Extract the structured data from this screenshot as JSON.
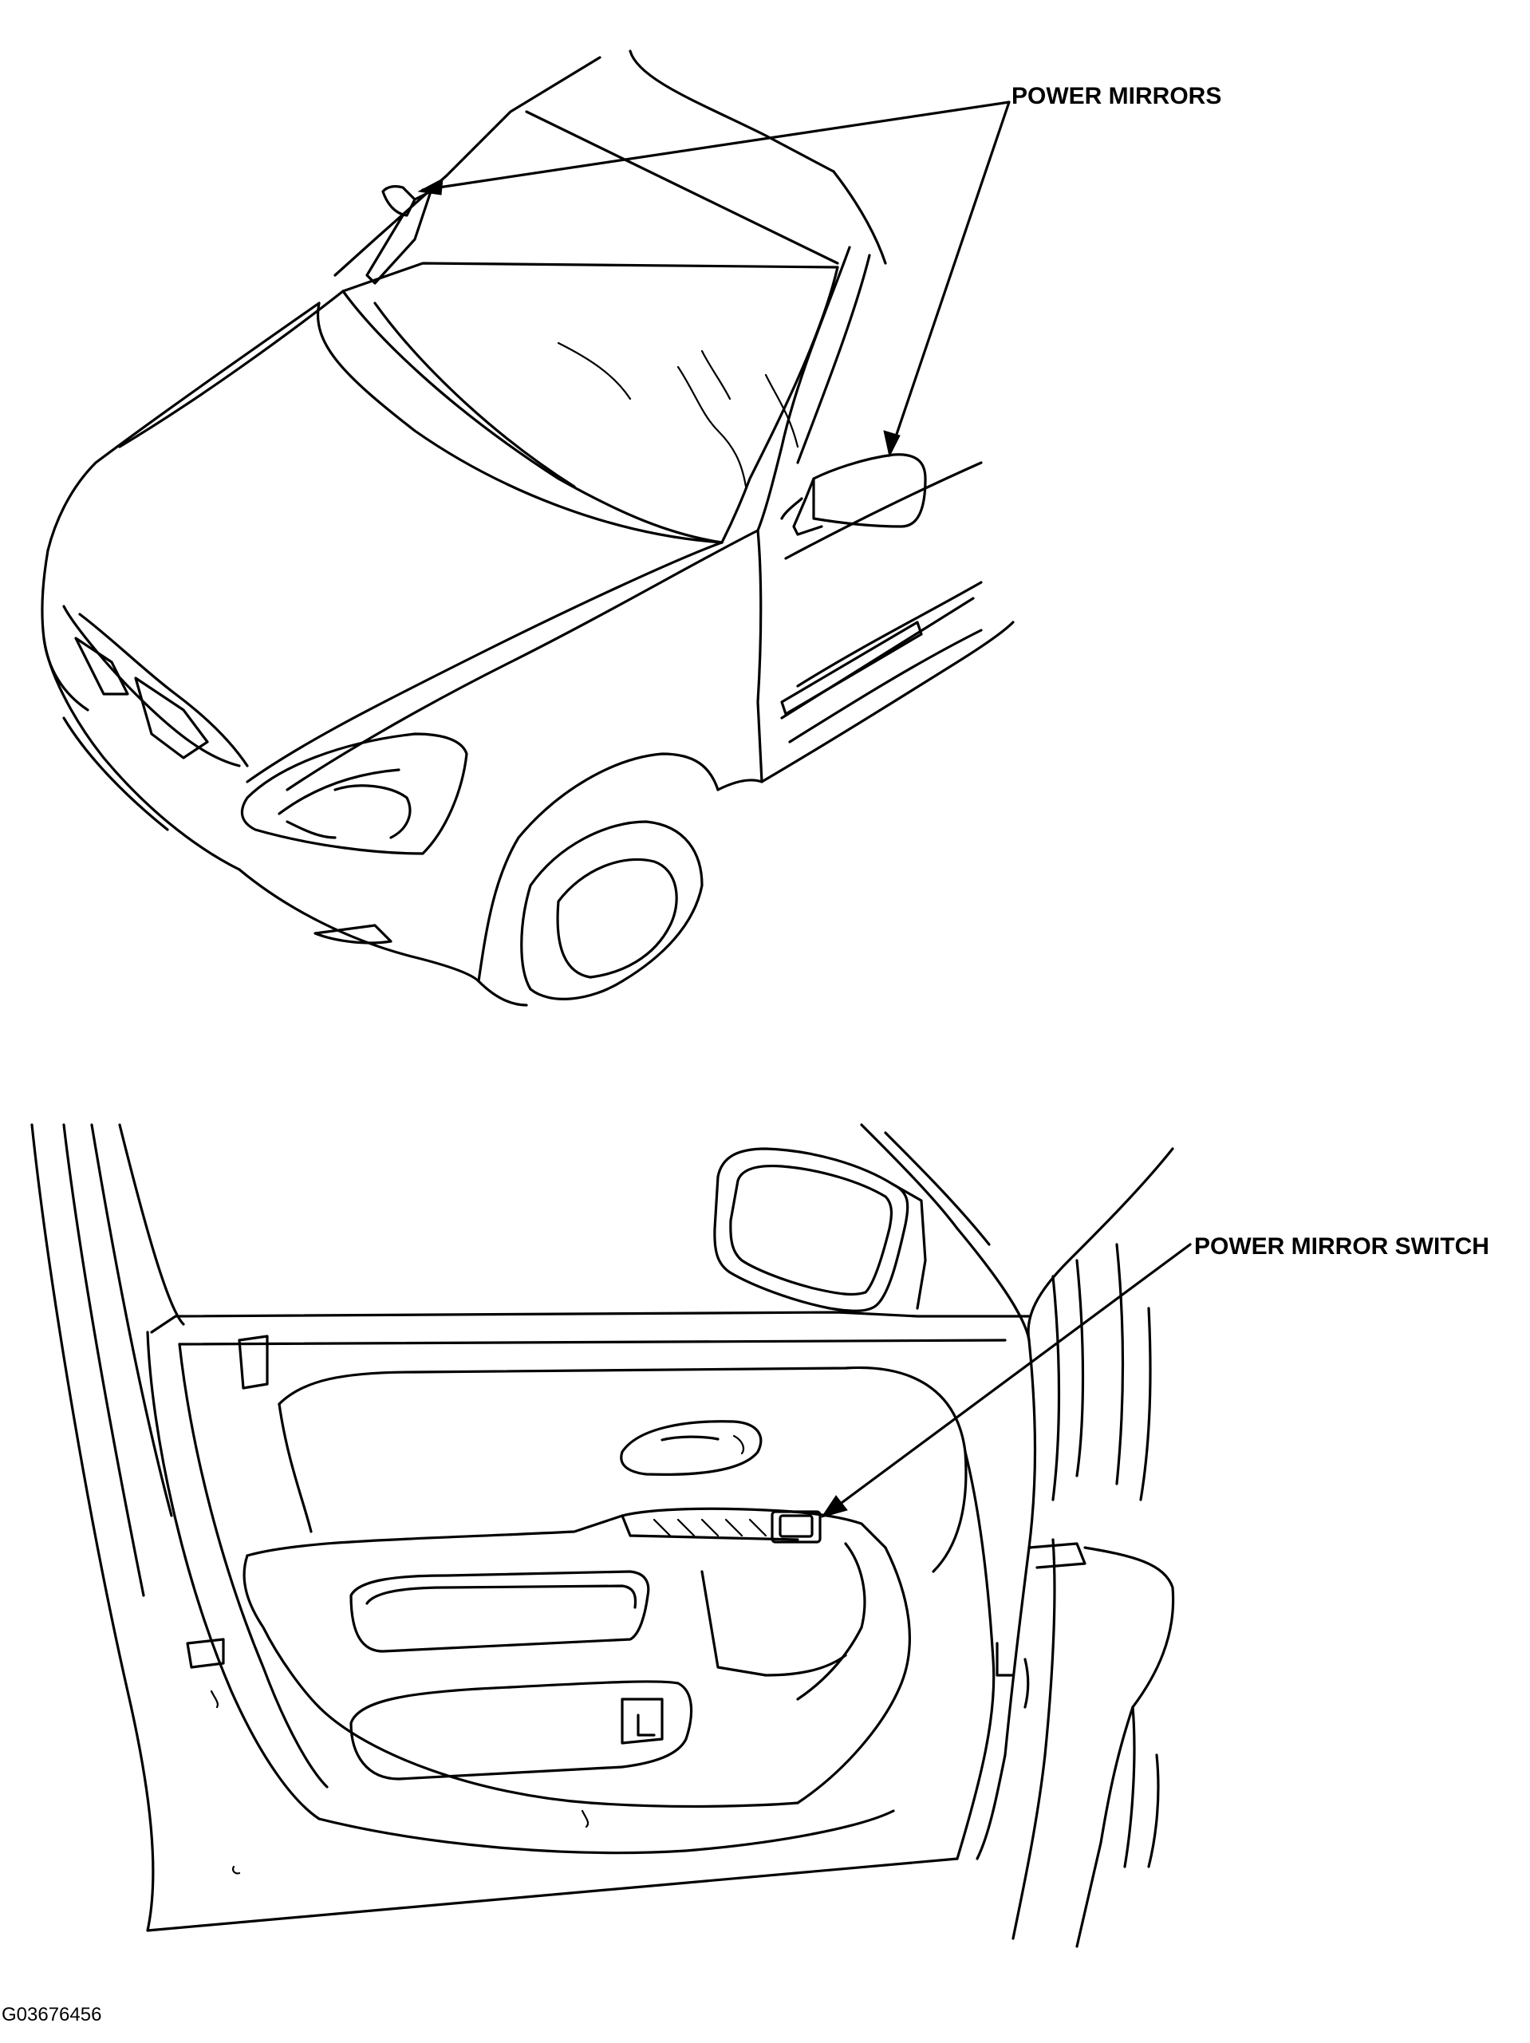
{
  "callouts": {
    "power_mirrors": "POWER MIRRORS",
    "power_mirror_switch": "POWER MIRROR SWITCH"
  },
  "figure_id": "G03676456"
}
